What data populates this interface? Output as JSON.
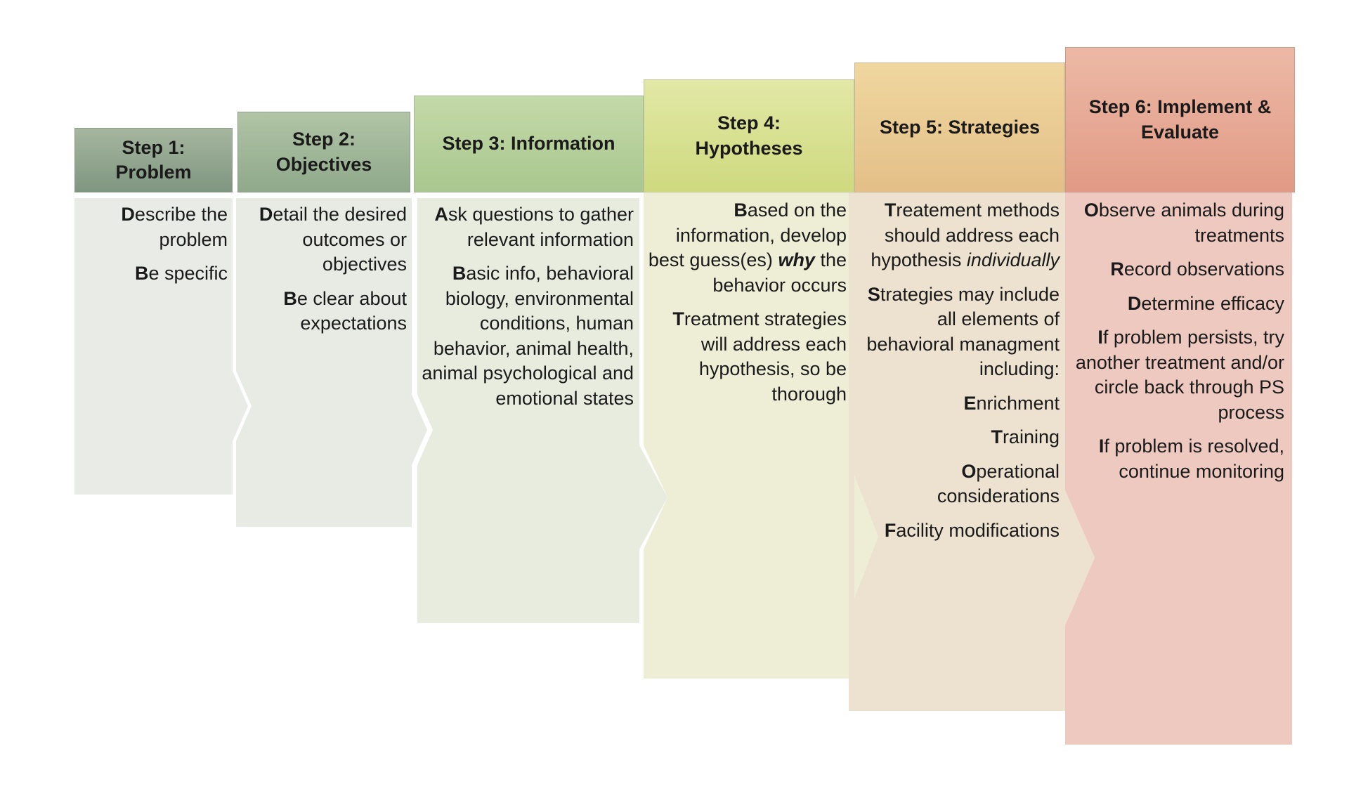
{
  "steps": [
    {
      "header": "Step 1: Problem",
      "header_lines": [
        "Step 1:",
        "Problem"
      ],
      "color_header": "#8fa58d",
      "color_body": "#e9ebe7",
      "items": [
        {
          "cap": "D",
          "rest": "escribe the problem"
        },
        {
          "cap": "B",
          "rest": "e specific"
        }
      ]
    },
    {
      "header": "Step 2: Objectives",
      "header_lines": [
        "Step 2:",
        "Objectives"
      ],
      "color_header": "#a0b79a",
      "color_body": "#e7ebe3",
      "items": [
        {
          "cap": "D",
          "rest": "etail the desired outcomes or objectives"
        },
        {
          "cap": "B",
          "rest": "e clear about expectations"
        }
      ]
    },
    {
      "header": "Step 3: Information",
      "header_lines": [
        "Step 3: Information"
      ],
      "color_header": "#b8d09c",
      "color_body": "#e8ecdf",
      "items": [
        {
          "cap": "A",
          "rest": "sk questions to gather relevant information"
        },
        {
          "cap": "B",
          "rest": "asic info, behavioral biology, environmental conditions, human behavior, animal health, animal psychological and emotional states"
        }
      ]
    },
    {
      "header": "Step 4: Hypotheses",
      "header_lines": [
        "Step 4:",
        "Hypotheses"
      ],
      "color_header": "#dbe292",
      "color_body": "#eeeed7",
      "items": [
        {
          "cap": "B",
          "rest": "ased on the information, develop best guess(es) ",
          "emph": "why",
          "emph_style": "bold-italic",
          "tail": " the behavior occurs"
        },
        {
          "cap": "T",
          "rest": "reatment strategies will address each hypothesis, so be thorough"
        }
      ]
    },
    {
      "header": "Step 5: Strategies",
      "header_lines": [
        "Step 5: Strategies"
      ],
      "color_header": "#eacb93",
      "color_body": "#eee2cf",
      "items": [
        {
          "cap": "T",
          "rest": "reatement methods should address each hypothesis ",
          "emph": "individually",
          "emph_style": "italic",
          "tail": ""
        },
        {
          "cap": "S",
          "rest": "trategies may include all elements of behavioral managment including:"
        },
        {
          "cap": "E",
          "rest": "nrichment"
        },
        {
          "cap": "T",
          "rest": "raining"
        },
        {
          "cap": "O",
          "rest": "perational considerations"
        },
        {
          "cap": "F",
          "rest": "acility modifications"
        }
      ]
    },
    {
      "header": "Step 6: Implement & Evaluate",
      "header_lines": [
        "Step 6: Implement &",
        "Evaluate"
      ],
      "color_header": "#e6a994",
      "color_body": "#eec9bf",
      "items": [
        {
          "cap": "O",
          "rest": "bserve animals during treatments"
        },
        {
          "cap": "R",
          "rest": "ecord observations"
        },
        {
          "cap": "D",
          "rest": "etermine efficacy"
        },
        {
          "cap": "I",
          "rest": "f problem persists, try another treatment and/or circle back through PS process"
        },
        {
          "cap": "I",
          "rest": "f problem is resolved, continue monitoring"
        }
      ]
    }
  ]
}
